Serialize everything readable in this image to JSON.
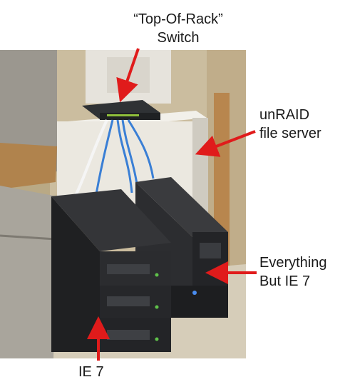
{
  "labels": {
    "top_of_rack": [
      "“Top-Of-Rack”",
      "Switch"
    ],
    "file_server": [
      "unRAID",
      "file server"
    ],
    "everything": [
      "Everything",
      "But IE 7"
    ],
    "ie7": "IE 7"
  },
  "colors": {
    "arrow": "#e01b1b",
    "text": "#1a1a1a",
    "wall": "#cfc2a6",
    "floor": "#d8d1c0",
    "server_case": "#2a2b2d",
    "file_server_case": "#ece9e2"
  }
}
